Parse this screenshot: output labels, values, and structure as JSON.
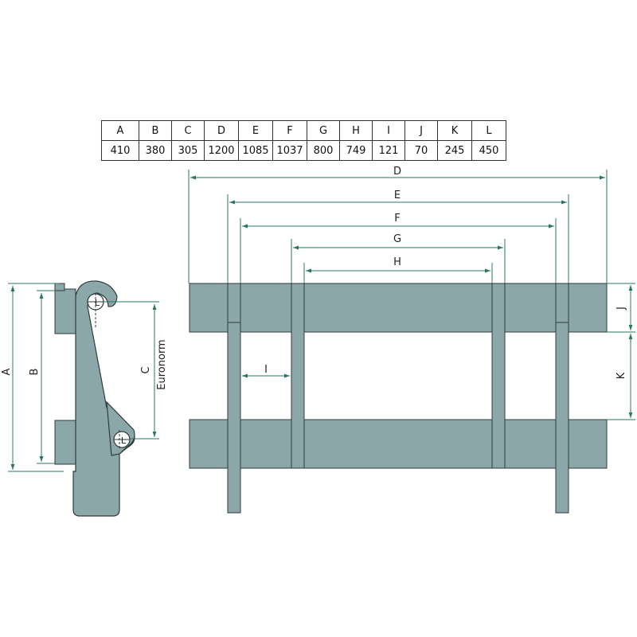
{
  "table": {
    "headers": [
      "A",
      "B",
      "C",
      "D",
      "E",
      "F",
      "G",
      "H",
      "I",
      "J",
      "K",
      "L"
    ],
    "values": [
      "410",
      "380",
      "305",
      "1200",
      "1085",
      "1037",
      "800",
      "749",
      "121",
      "70",
      "245",
      "450"
    ]
  },
  "labels": {
    "a": "A",
    "b": "B",
    "c": "C",
    "euronorm": "Euronorm",
    "d": "D",
    "e": "E",
    "f": "F",
    "g": "G",
    "h": "H",
    "i": "I",
    "j": "J",
    "k": "K",
    "l1": "L",
    "l2": "L"
  },
  "colors": {
    "metal": "#8ca7a9",
    "outline": "#2f3b3c",
    "dimension": "#2a7563"
  }
}
